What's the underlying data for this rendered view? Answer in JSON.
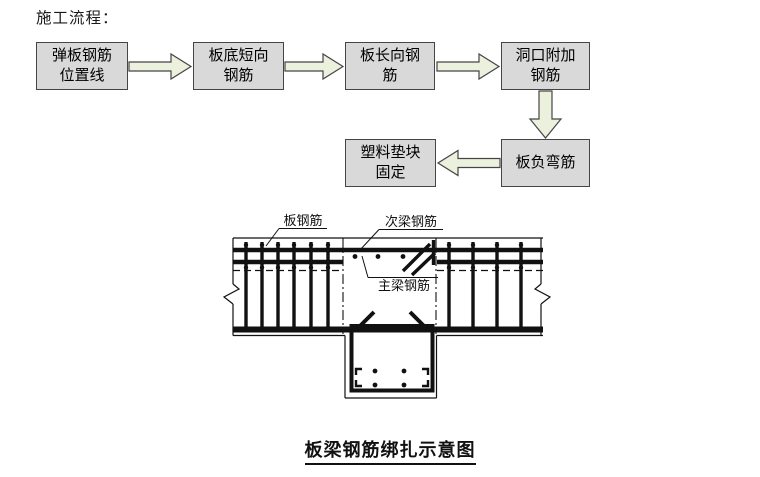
{
  "title": "施工流程：",
  "flowchart": {
    "boxes": [
      {
        "line1": "弹板钢筋",
        "line2": "位置线"
      },
      {
        "line1": "板底短向",
        "line2": "钢筋"
      },
      {
        "line1": "板长向钢",
        "line2": "筋"
      },
      {
        "line1": "洞口附加",
        "line2": "钢筋"
      },
      {
        "line1": "板负弯筋",
        "line2": ""
      },
      {
        "line1": "塑料垫块",
        "line2": "固定"
      }
    ],
    "colors": {
      "box_fill": "#d9d9d9",
      "box_border": "#454545",
      "arrow_fill": "#ecf1de",
      "arrow_border": "#454545"
    }
  },
  "diagram": {
    "labels": {
      "slab_rebar": "板钢筋",
      "secondary_beam_rebar": "次梁钢筋",
      "main_beam_rebar": "主梁钢筋"
    },
    "caption": "板梁钢筋绑扎示意图",
    "line_color": "#111111"
  }
}
